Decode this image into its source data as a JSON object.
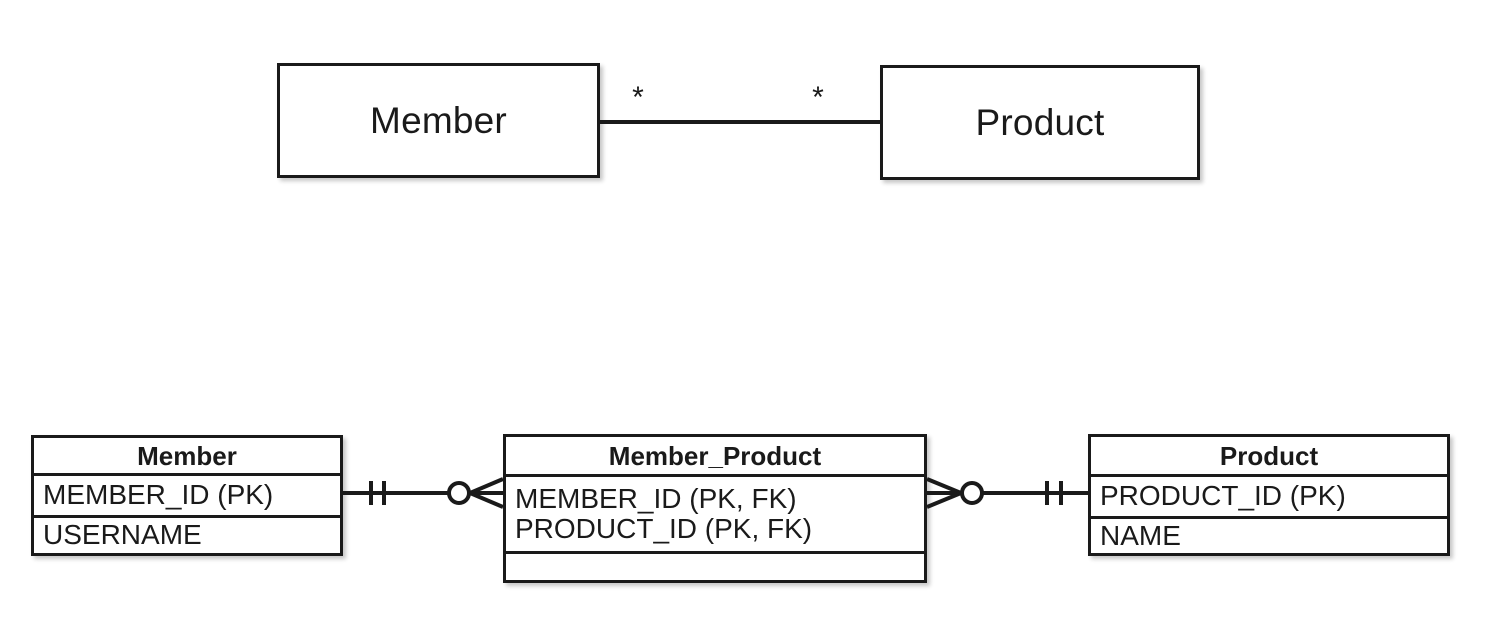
{
  "diagram": {
    "conceptual": {
      "entities": [
        {
          "name": "Member"
        },
        {
          "name": "Product"
        }
      ],
      "relationship": {
        "left_multiplicity": "*",
        "right_multiplicity": "*"
      }
    },
    "logical": {
      "tables": [
        {
          "name": "Member",
          "rows": [
            {
              "lines": [
                "MEMBER_ID (PK)"
              ]
            },
            {
              "lines": [
                "USERNAME"
              ]
            }
          ]
        },
        {
          "name": "Member_Product",
          "rows": [
            {
              "lines": [
                "MEMBER_ID (PK, FK)",
                "PRODUCT_ID (PK, FK)"
              ]
            },
            {
              "lines": [
                ""
              ]
            }
          ]
        },
        {
          "name": "Product",
          "rows": [
            {
              "lines": [
                "PRODUCT_ID (PK)"
              ]
            },
            {
              "lines": [
                "NAME"
              ]
            }
          ]
        }
      ],
      "relationships": [
        {
          "from_table": "Member",
          "to_table": "Member_Product",
          "from_cardinality": "exactly-one",
          "to_cardinality": "zero-or-many"
        },
        {
          "from_table": "Member_Product",
          "to_table": "Product",
          "from_cardinality": "zero-or-many",
          "to_cardinality": "exactly-one"
        }
      ]
    },
    "colors": {
      "stroke": "#1a1a1a",
      "fill": "#ffffff",
      "background": "#ffffff"
    }
  }
}
